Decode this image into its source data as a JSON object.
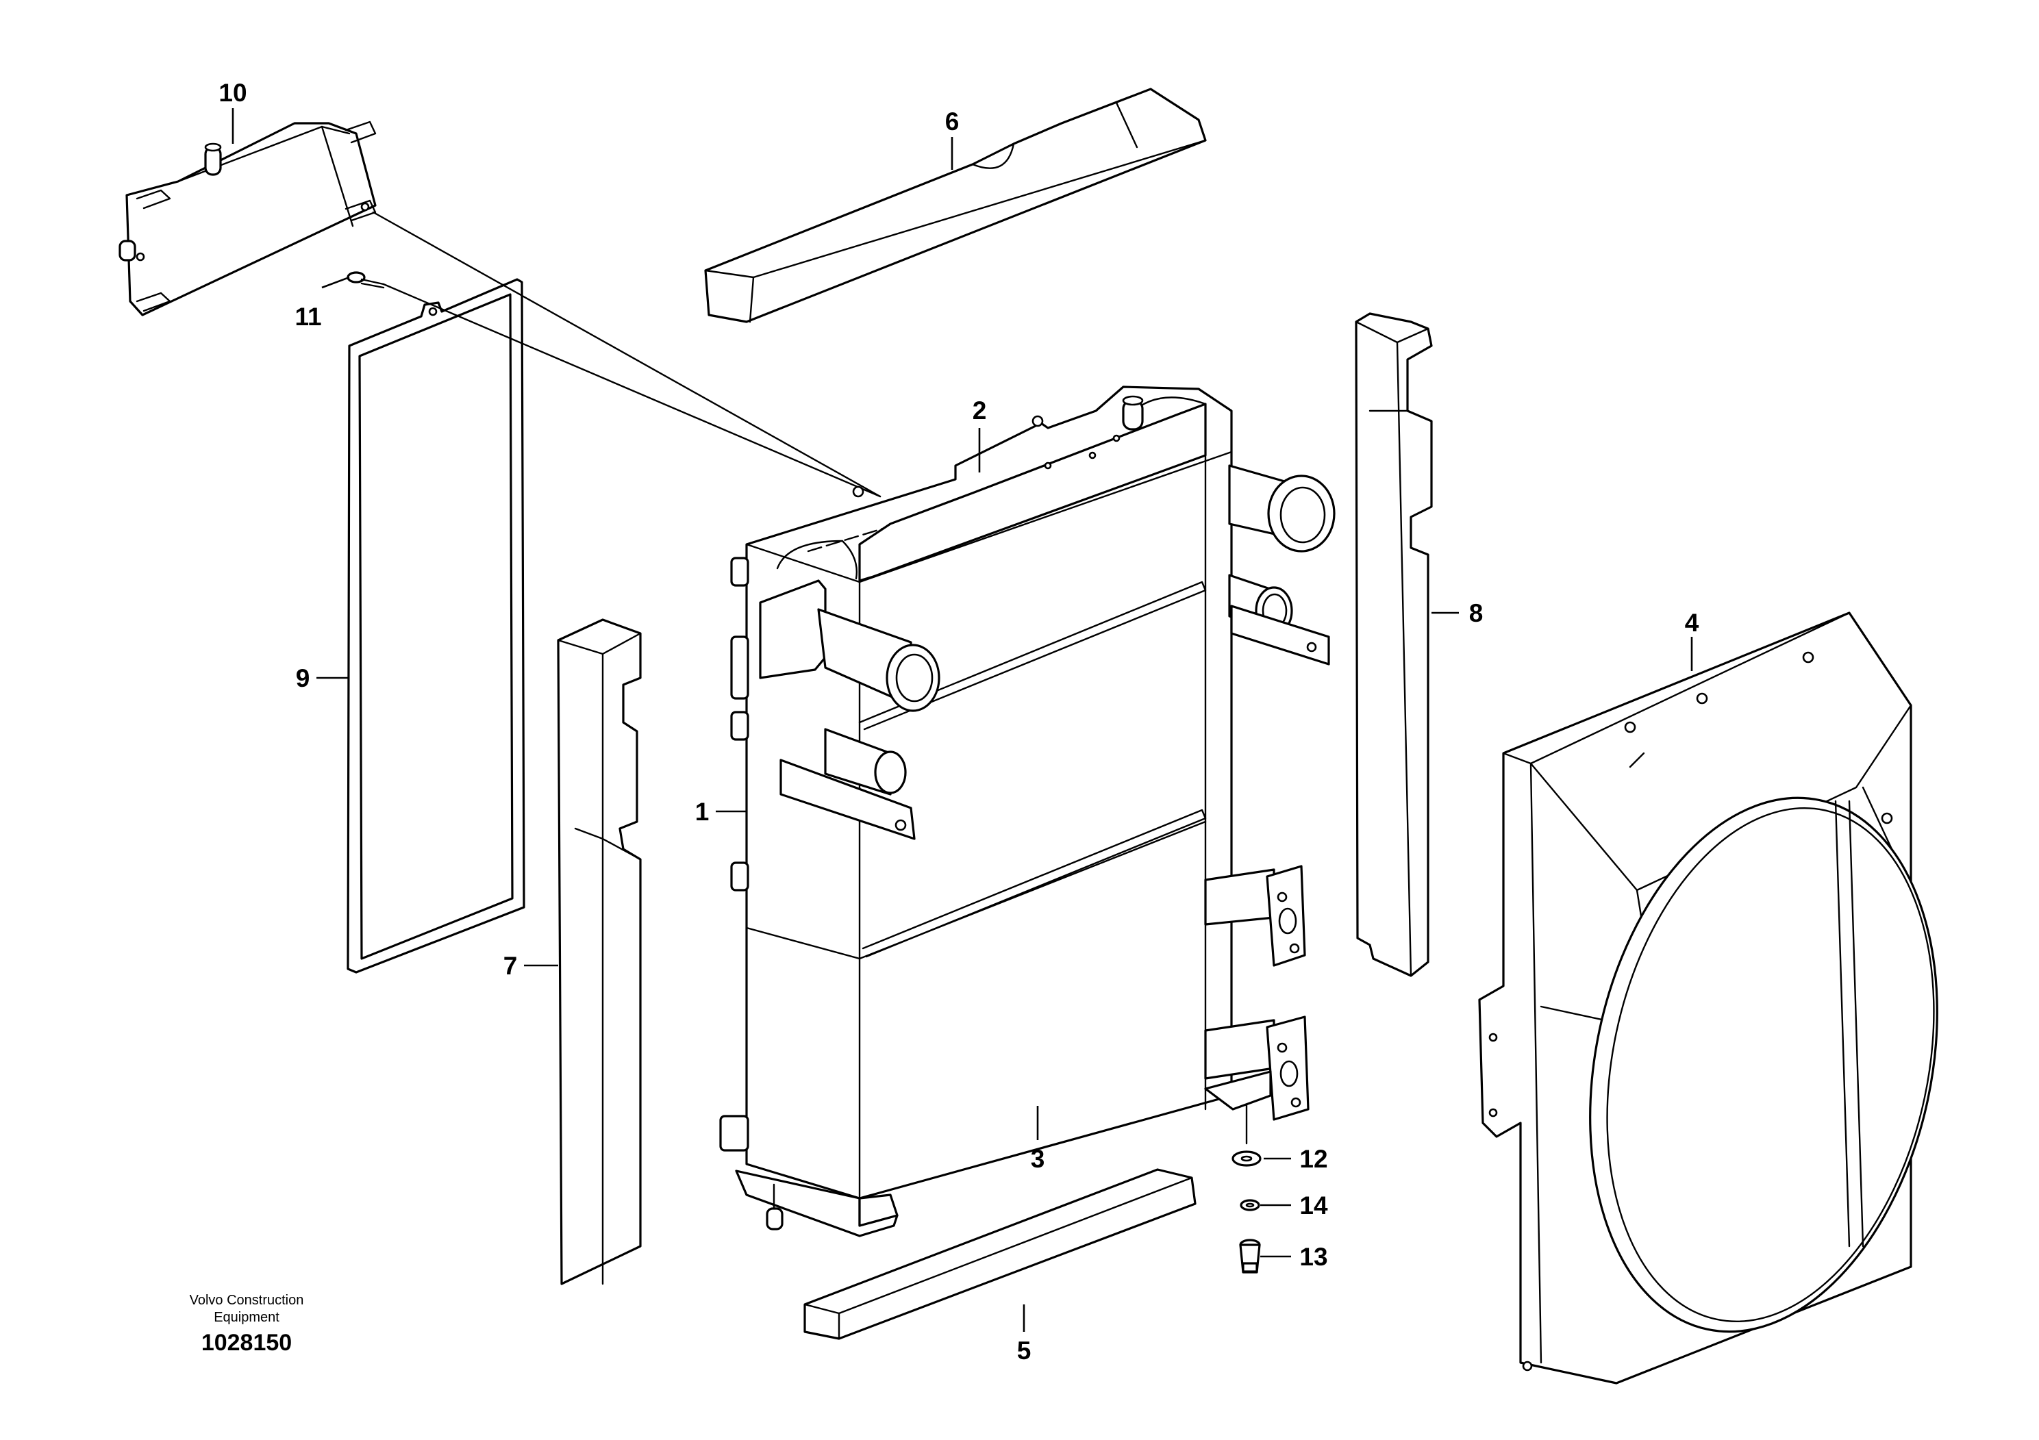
{
  "diagram": {
    "callouts": [
      "1",
      "2",
      "3",
      "4",
      "5",
      "6",
      "7",
      "8",
      "9",
      "10",
      "11",
      "12",
      "13",
      "14"
    ]
  },
  "footer": {
    "maker_line1": "Volvo Construction",
    "maker_line2": "Equipment",
    "document_number": "1028150"
  }
}
